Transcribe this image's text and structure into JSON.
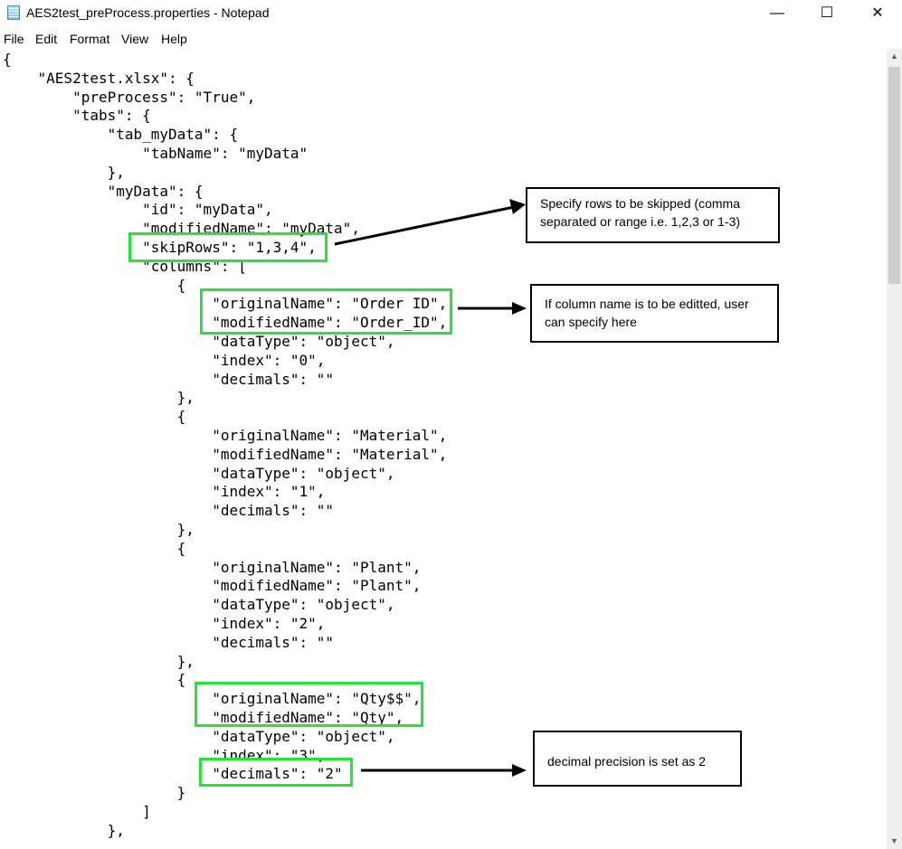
{
  "window": {
    "title": "AES2test_preProcess.properties - Notepad",
    "minimize": "—",
    "maximize": "☐",
    "close": "✕"
  },
  "menu": [
    "File",
    "Edit",
    "Format",
    "View",
    "Help"
  ],
  "editor_lines": [
    "{",
    "    \"AES2test.xlsx\": {",
    "        \"preProcess\": \"True\",",
    "        \"tabs\": {",
    "            \"tab_myData\": {",
    "                \"tabName\": \"myData\"",
    "            },",
    "            \"myData\": {",
    "                \"id\": \"myData\",",
    "                \"modifiedName\": \"myData\",",
    "                \"skipRows\": \"1,3,4\",",
    "                \"columns\": [",
    "                    {",
    "                        \"originalName\": \"Order ID\",",
    "                        \"modifiedName\": \"Order_ID\",",
    "                        \"dataType\": \"object\",",
    "                        \"index\": \"0\",",
    "                        \"decimals\": \"\"",
    "                    },",
    "                    {",
    "                        \"originalName\": \"Material\",",
    "                        \"modifiedName\": \"Material\",",
    "                        \"dataType\": \"object\",",
    "                        \"index\": \"1\",",
    "                        \"decimals\": \"\"",
    "                    },",
    "                    {",
    "                        \"originalName\": \"Plant\",",
    "                        \"modifiedName\": \"Plant\",",
    "                        \"dataType\": \"object\",",
    "                        \"index\": \"2\",",
    "                        \"decimals\": \"\"",
    "                    },",
    "                    {",
    "                        \"originalName\": \"Qty$$\",",
    "                        \"modifiedName\": \"Qty\",",
    "                        \"dataType\": \"object\",",
    "                        \"index\": \"3\",",
    "                        \"decimals\": \"2\"",
    "                    }",
    "                ]",
    "            },"
  ],
  "annotations": {
    "skip_rows": "Specify rows to be skipped (comma separated or range i.e. 1,2,3 or 1-3)",
    "column_name": "If column name is to be editted, user can specify here",
    "decimals": "decimal precision is set as 2"
  },
  "colors": {
    "highlight": "#27e33a",
    "arrow": "#000000"
  }
}
